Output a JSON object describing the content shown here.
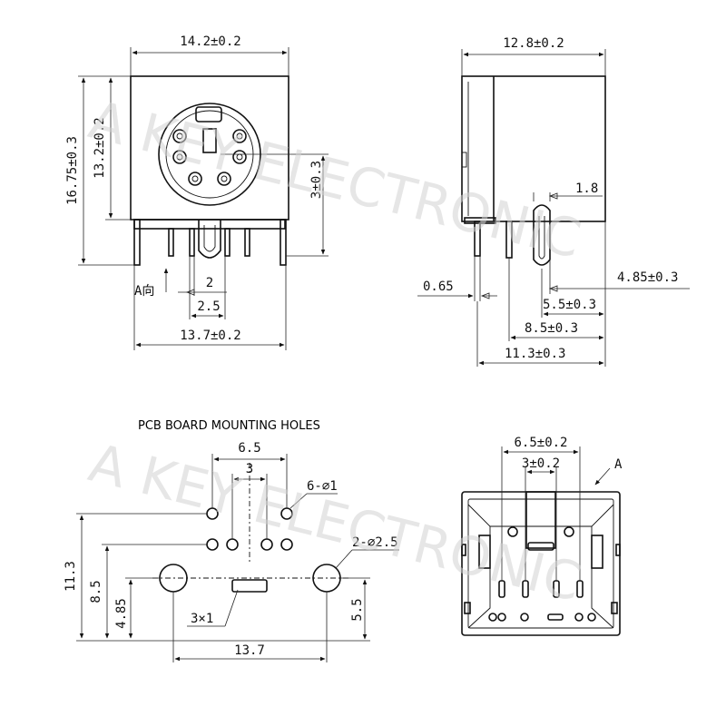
{
  "watermark": "A KEY ELECTRONIC",
  "front_view": {
    "width": "14.2±0.2",
    "height_total": "16.75±0.3",
    "height_body": "13.2±0.2",
    "height_pin": "3±0.3",
    "pitch_a": "2",
    "pitch_b": "2.5",
    "width_bottom": "13.7±0.2",
    "direction_label": "A向"
  },
  "side_view": {
    "width": "12.8±0.2",
    "tab": "1.8",
    "pin_thk": "0.65",
    "d1": "4.85±0.3",
    "d2": "5.5±0.3",
    "d3": "8.5±0.3",
    "d4": "11.3±0.3"
  },
  "pcb_view": {
    "title": "PCB BOARD MOUNTING HOLES",
    "pitch_outer": "6.5",
    "pitch_inner": "3",
    "holes_small": "6-⌀1",
    "holes_large": "2-⌀2.5",
    "slot": "3×1",
    "h1": "11.3",
    "h2": "8.5",
    "h3": "4.85",
    "h4": "5.5",
    "width": "13.7"
  },
  "bottom_view": {
    "pitch_outer": "6.5±0.2",
    "pitch_inner": "3±0.2",
    "view_label": "A"
  }
}
